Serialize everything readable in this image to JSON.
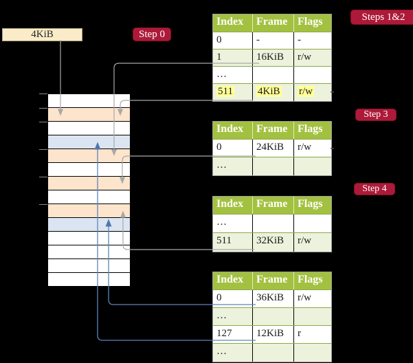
{
  "legend": {
    "page_size_label": "4KiB"
  },
  "badges": {
    "step0": "Step 0",
    "steps12": "Steps 1&2",
    "step3": "Step 3",
    "step4": "Step 4"
  },
  "memory": {
    "rows": [
      "white",
      "orange",
      "white",
      "blue",
      "orange",
      "white",
      "orange",
      "white",
      "orange",
      "blue",
      "white",
      "white",
      "white",
      "white"
    ]
  },
  "tables": {
    "step12": {
      "headers": [
        "Index",
        "Frame",
        "Flags"
      ],
      "rows": [
        [
          "0",
          "-",
          "-"
        ],
        [
          "1",
          "16KiB",
          "r/w"
        ],
        [
          "…",
          "",
          ""
        ],
        [
          "511",
          "4KiB",
          "r/w"
        ]
      ]
    },
    "step3": {
      "headers": [
        "Index",
        "Frame",
        "Flags"
      ],
      "rows": [
        [
          "0",
          "24KiB",
          "r/w"
        ],
        [
          "…",
          "",
          ""
        ]
      ]
    },
    "step4": {
      "headers": [
        "Index",
        "Frame",
        "Flags"
      ],
      "rows": [
        [
          "…",
          "",
          ""
        ],
        [
          "511",
          "32KiB",
          "r/w"
        ]
      ]
    },
    "final": {
      "headers": [
        "Index",
        "Frame",
        "Flags"
      ],
      "rows": [
        [
          "0",
          "36KiB",
          "r/w"
        ],
        [
          "…",
          "",
          ""
        ],
        [
          "127",
          "12KiB",
          "r"
        ],
        [
          "…",
          "",
          ""
        ]
      ]
    }
  },
  "colors": {
    "badge_red": "#AD1A39",
    "header_green": "#A3C140",
    "row_green": "#ECF2DC",
    "frame_orange": "#FCE4CD",
    "frame_blue": "#DBE5F1",
    "legend_cream": "#FAECC8",
    "highlight_yellow": "#FFFF99",
    "arrow_gray": "#A8A8A8",
    "arrow_blue": "#5F83B9"
  }
}
